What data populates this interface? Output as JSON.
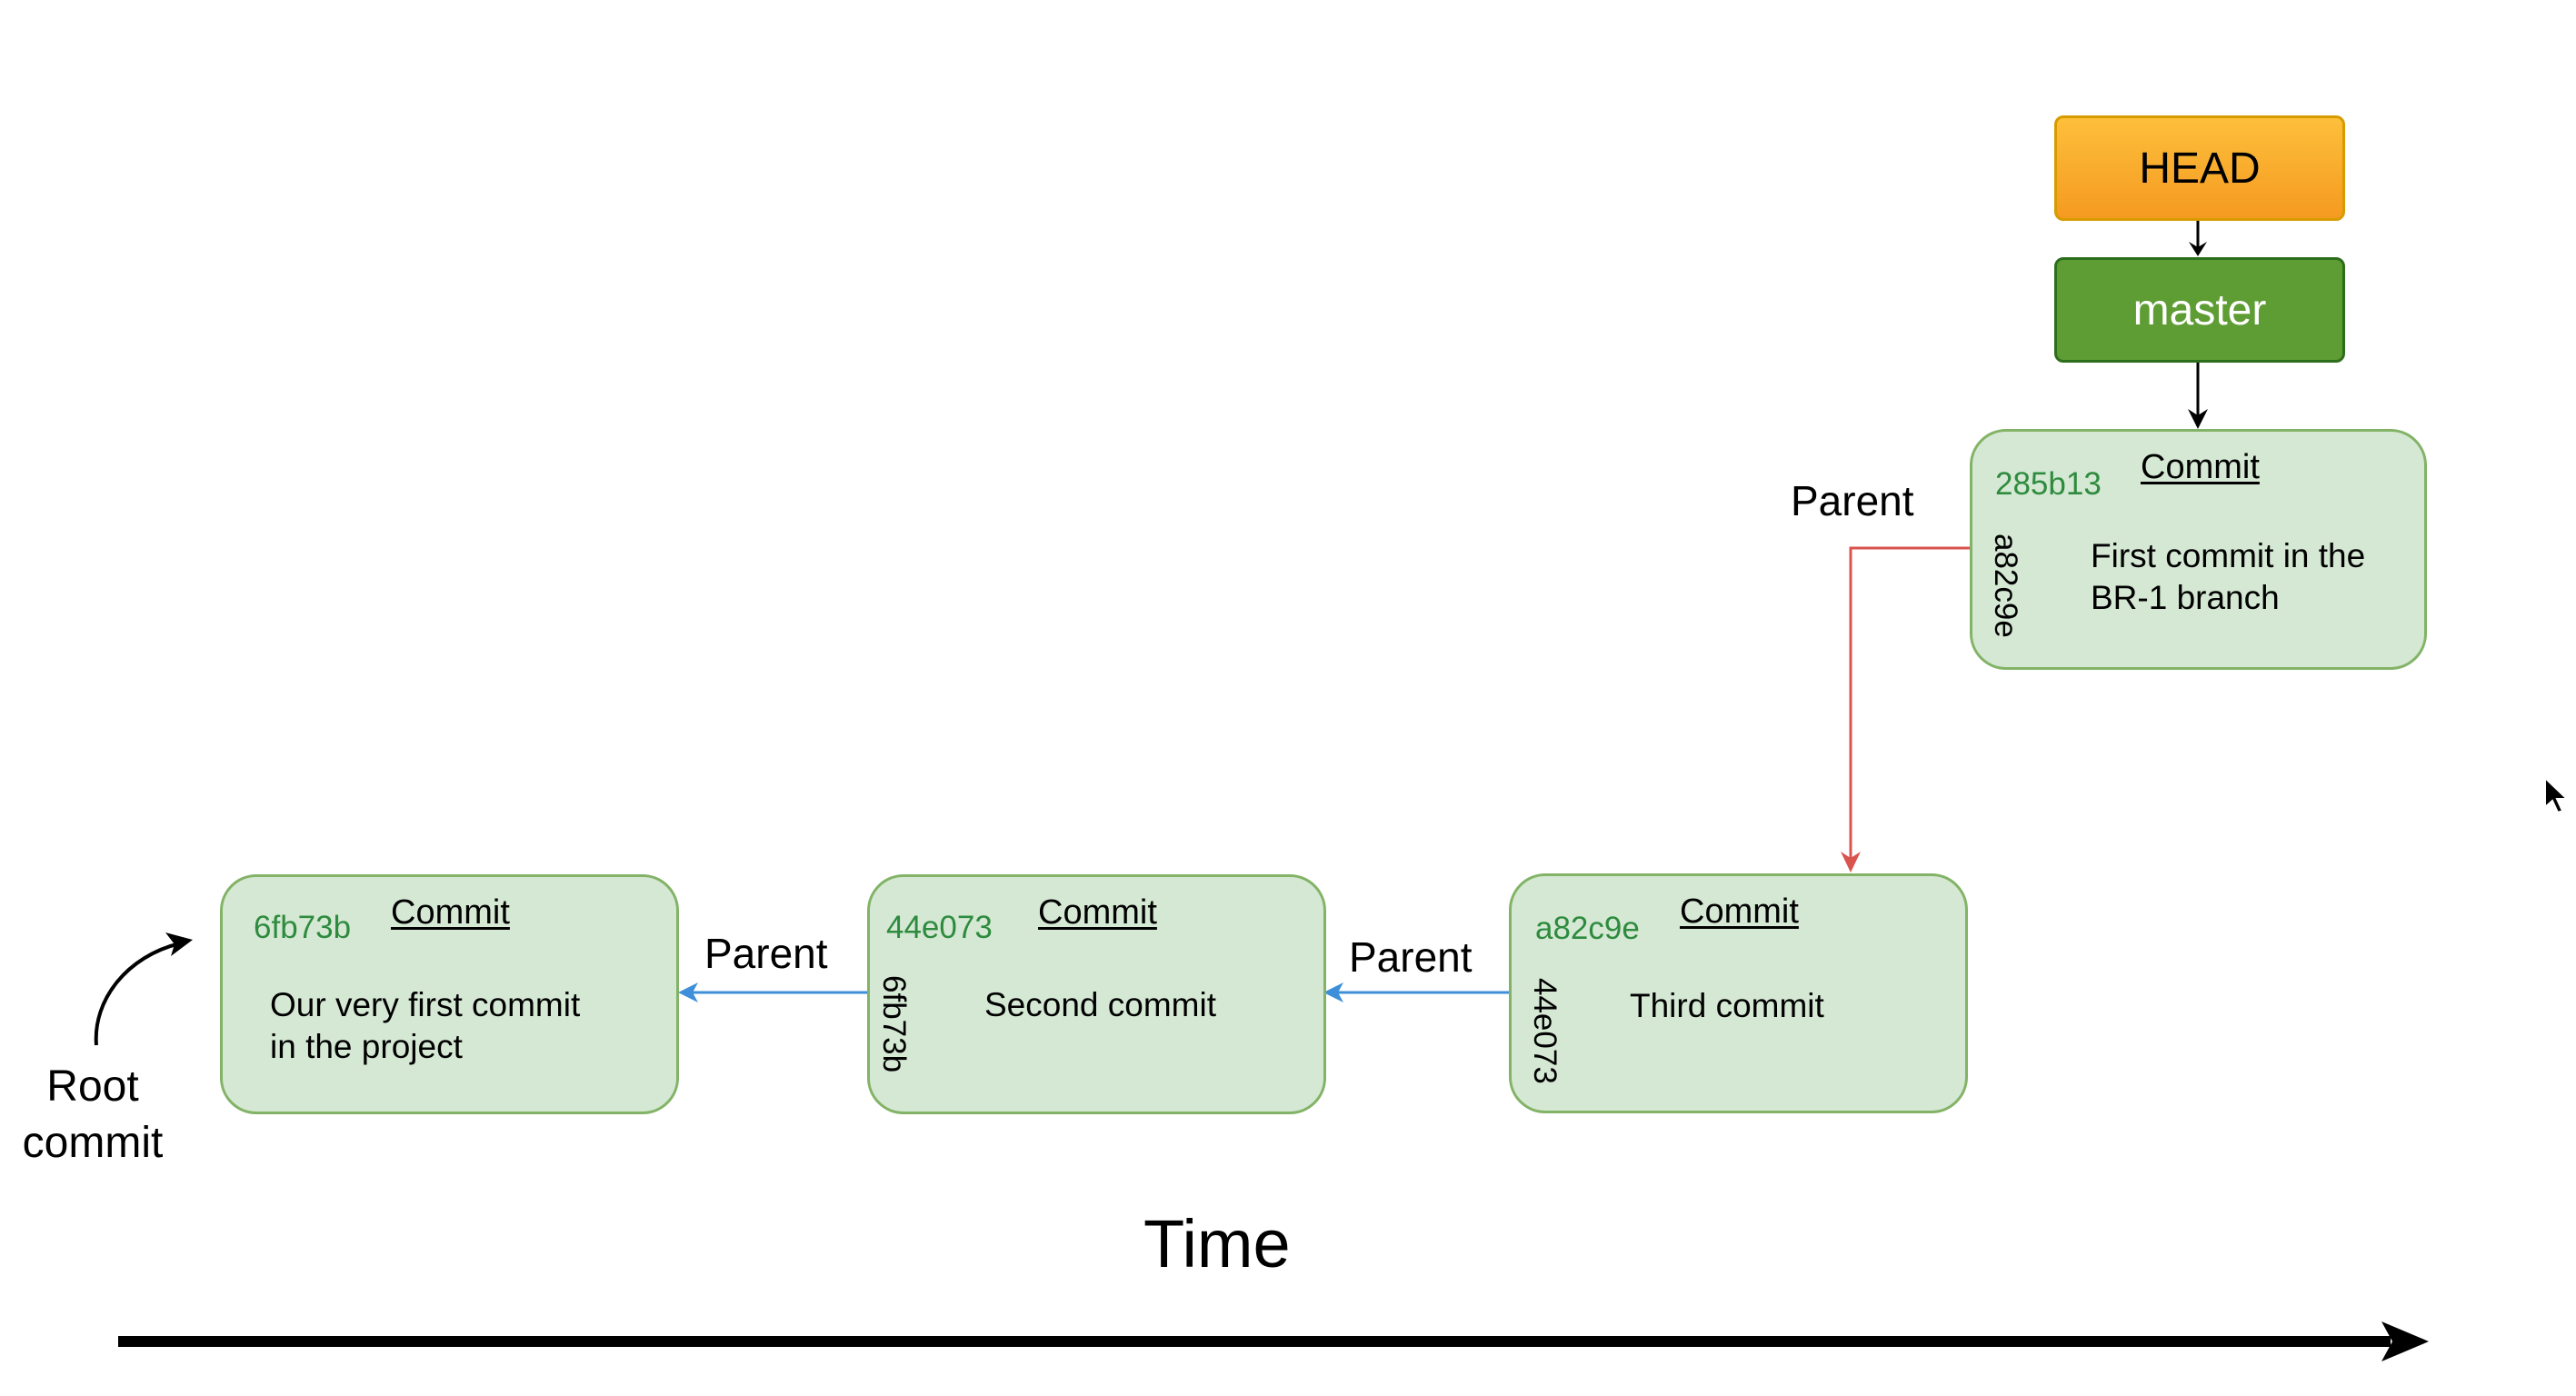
{
  "refs": {
    "head": "HEAD",
    "master": "master"
  },
  "commits": [
    {
      "title": "Commit",
      "hash": "6fb73b",
      "message": "Our very first commit\nin the project",
      "parent": ""
    },
    {
      "title": "Commit",
      "hash": "44e073",
      "message": "Second commit",
      "parent": "6fb73b"
    },
    {
      "title": "Commit",
      "hash": "a82c9e",
      "message": "Third commit",
      "parent": "44e073"
    },
    {
      "title": "Commit",
      "hash": "285b13",
      "message": "First commit in the\nBR-1 branch",
      "parent": "a82c9e"
    }
  ],
  "labels": {
    "parent_1": "Parent",
    "parent_2": "Parent",
    "parent_3": "Parent",
    "root_commit": "Root\ncommit",
    "time": "Time"
  },
  "colors": {
    "commit_fill": "#d5e8d4",
    "commit_border": "#82b366",
    "hash_text": "#2e8b3e",
    "head_fill": "#f5a623",
    "master_fill": "#5e9c34",
    "parent_arrow_main": "#3d8fd9",
    "parent_arrow_branch": "#d9534f"
  }
}
